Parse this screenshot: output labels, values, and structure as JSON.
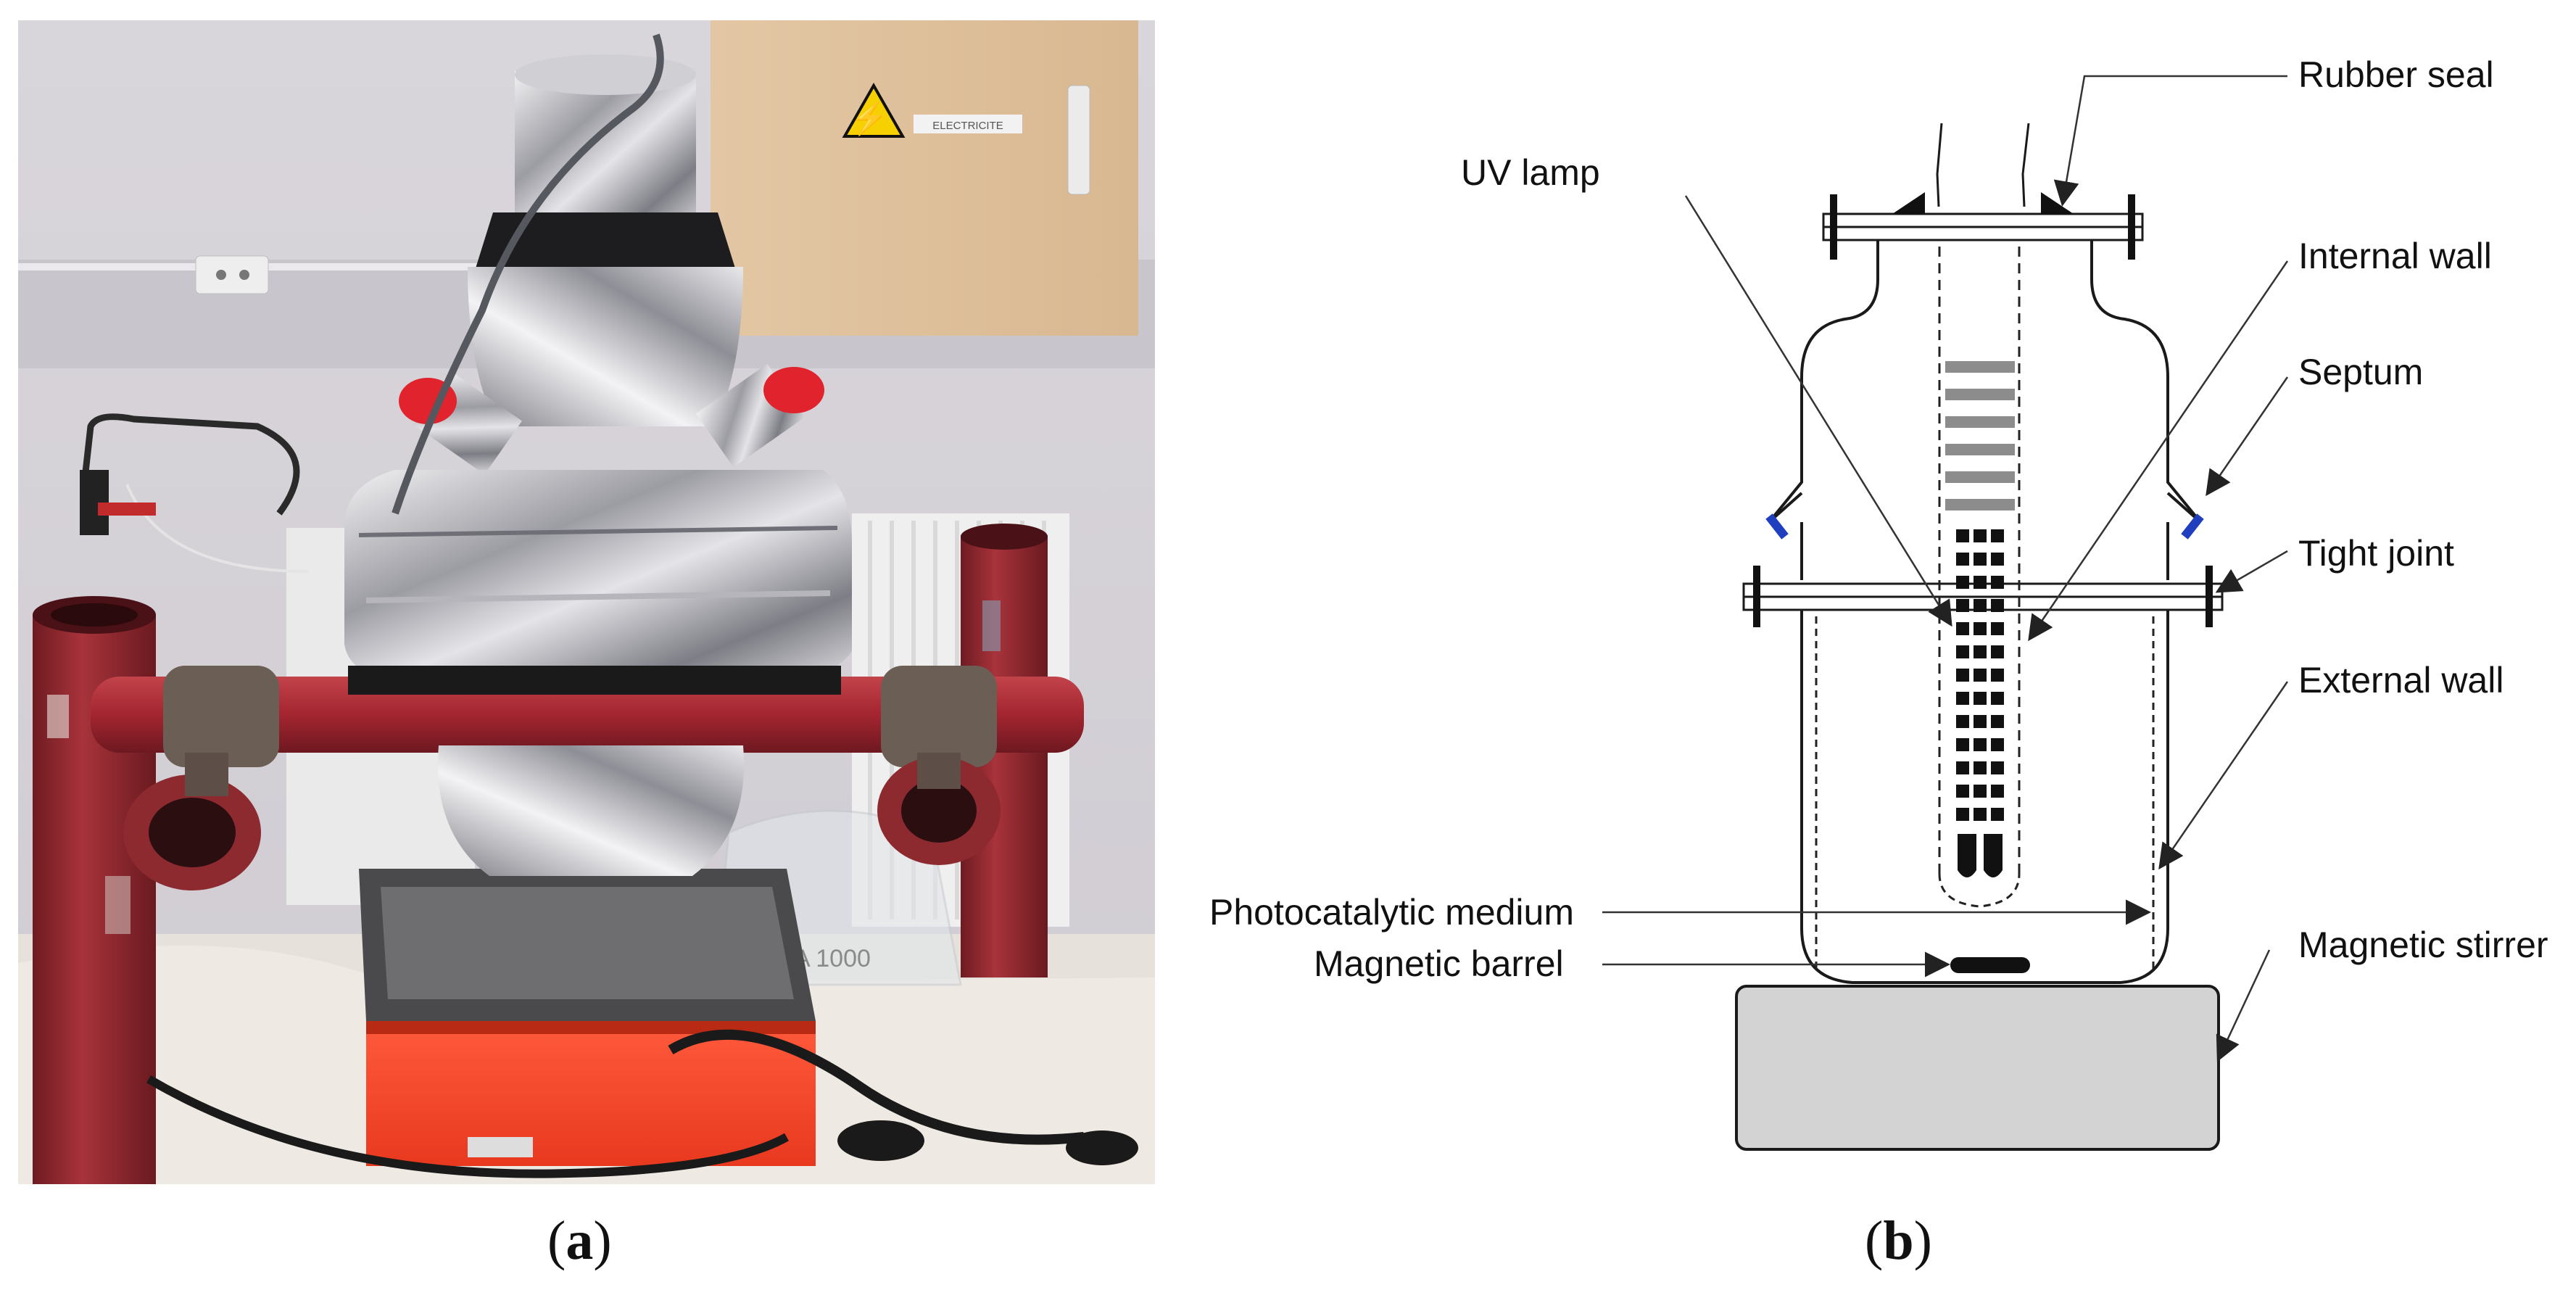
{
  "captions": {
    "a": "a",
    "b": "b"
  },
  "photo": {
    "warning_sign": "⚡",
    "sign_text": "ELECTRICITE",
    "flask_marking": "A 1000"
  },
  "diagram": {
    "labels": {
      "rubber_seal": "Rubber seal",
      "uv_lamp": "UV lamp",
      "internal_wall": "Internal wall",
      "septum": "Septum",
      "tight_joint": "Tight joint",
      "external_wall": "External wall",
      "photocatalytic_medium": "Photocatalytic medium",
      "magnetic_barrel": "Magnetic barrel",
      "magnetic_stirrer": "Magnetic stirrer"
    },
    "colors": {
      "septum": "#1f3fbf",
      "stirrer_fill": "#d3d3d3",
      "lamp_grey": "#8c8c8c",
      "lamp_black": "#111111"
    }
  }
}
